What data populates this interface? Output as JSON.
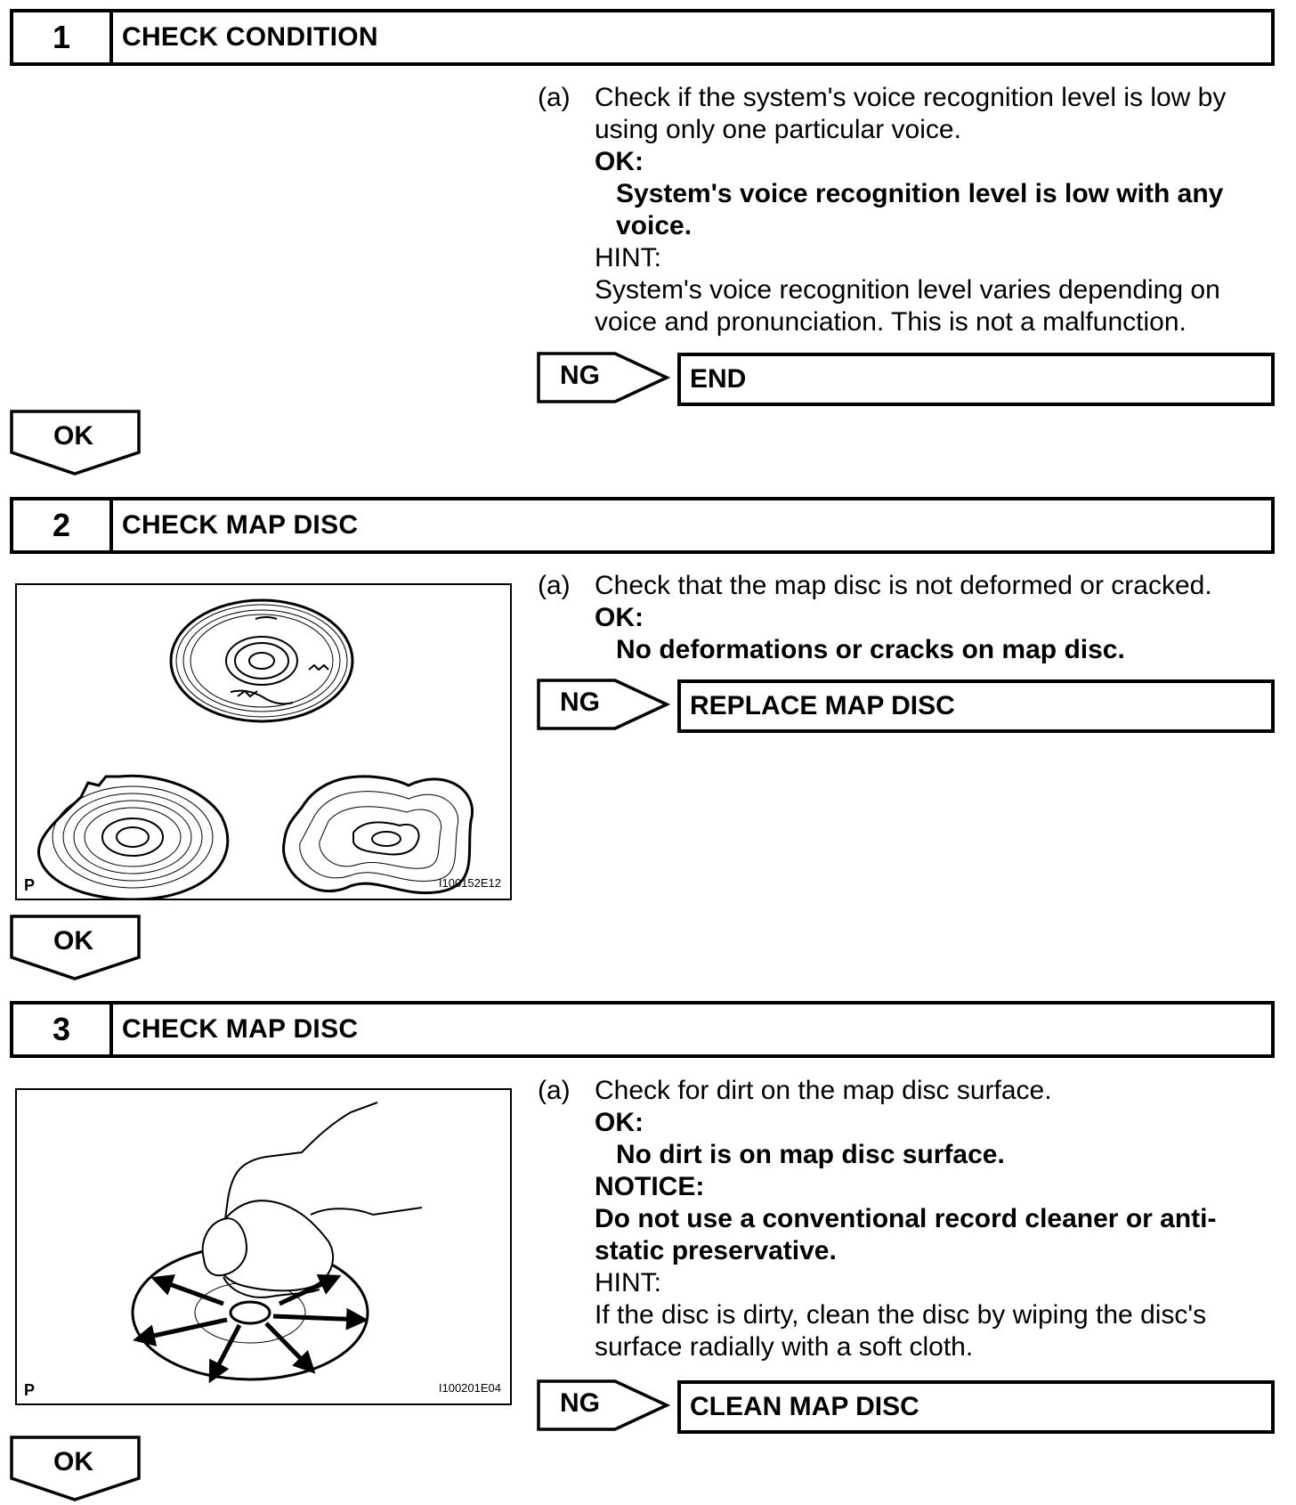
{
  "steps": [
    {
      "number": "1",
      "title": "CHECK CONDITION",
      "item_marker": "(a)",
      "instruction_lines": [
        "Check if the system's voice recognition level is low by",
        "using only one particular voice."
      ],
      "ok_label": "OK:",
      "ok_lines": [
        "System's voice recognition level is low with any",
        "voice."
      ],
      "hint_label": "HINT:",
      "hint_lines": [
        "System's voice recognition level varies depending on",
        "voice and pronunciation. This is not a malfunction."
      ],
      "ng_label": "NG",
      "ng_result": "END",
      "next_label": "OK"
    },
    {
      "number": "2",
      "title": "CHECK MAP DISC",
      "item_marker": "(a)",
      "instruction_lines": [
        "Check that the map disc is not deformed or cracked."
      ],
      "ok_label": "OK:",
      "ok_lines": [
        "No deformations or cracks on map disc."
      ],
      "ng_label": "NG",
      "ng_result": "REPLACE MAP DISC",
      "figure": {
        "corner_letter": "P",
        "code": "I100152E12"
      },
      "next_label": "OK"
    },
    {
      "number": "3",
      "title": "CHECK MAP DISC",
      "item_marker": "(a)",
      "instruction_lines": [
        "Check for dirt on the map disc surface."
      ],
      "ok_label": "OK:",
      "ok_lines": [
        "No dirt is on map disc surface."
      ],
      "notice_label": "NOTICE:",
      "notice_lines": [
        "Do not use a conventional record cleaner or anti-",
        "static preservative."
      ],
      "hint_label": "HINT:",
      "hint_lines": [
        "If the disc is dirty, clean the disc by wiping the disc's",
        "surface radially with a soft cloth."
      ],
      "ng_label": "NG",
      "ng_result": "CLEAN MAP DISC",
      "figure": {
        "corner_letter": "P",
        "code": "I100201E04"
      },
      "next_label": "OK"
    }
  ]
}
